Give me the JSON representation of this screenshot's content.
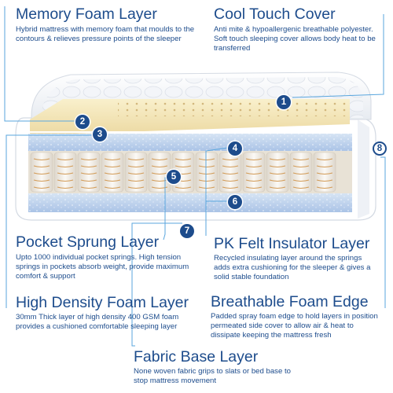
{
  "labels": {
    "memory_foam": {
      "title": "Memory Foam Layer",
      "desc": "Hybrid mattress with memory foam that moulds to the contours & relieves pressure points of the sleeper"
    },
    "cool_touch": {
      "title": "Cool Touch Cover",
      "desc": "Anti mite & hypoallergenic breathable polyester. Soft touch sleeping cover allows body heat to be transferred"
    },
    "pocket_sprung": {
      "title": "Pocket Sprung Layer",
      "desc": "Upto 1000 individual pocket springs. High tension springs in pockets absorb weight, provide maximum comfort & support"
    },
    "pk_felt": {
      "title": "PK Felt Insulator Layer",
      "desc": "Recycled insulating layer around the springs adds extra cushioning for the sleeper & gives a solid stable foundation"
    },
    "high_density": {
      "title": "High Density Foam Layer",
      "desc": "30mm Thick layer of high density 400 GSM foam provides a cushioned comfortable sleeping layer"
    },
    "breathable_edge": {
      "title": "Breathable Foam Edge",
      "desc": "Padded spray foam edge to hold layers in position permeated side cover to allow air & heat to dissipate keeping the mattress fresh"
    },
    "fabric_base": {
      "title": "Fabric Base Layer",
      "desc": "None woven fabric grips to slats or bed base to stop mattress movement"
    }
  },
  "badges": {
    "b1": "1",
    "b2": "2",
    "b3": "3",
    "b4": "4",
    "b5": "5",
    "b6": "6",
    "b7": "7",
    "b8": "8"
  },
  "colors": {
    "text": "#1d4c8c",
    "leader": "#5aa6de",
    "memory_foam": "#f4e8b8",
    "foam_blue": "#c5d8ef",
    "spring_pocket": "#f1ede6",
    "spring_coil": "#d29a55"
  }
}
